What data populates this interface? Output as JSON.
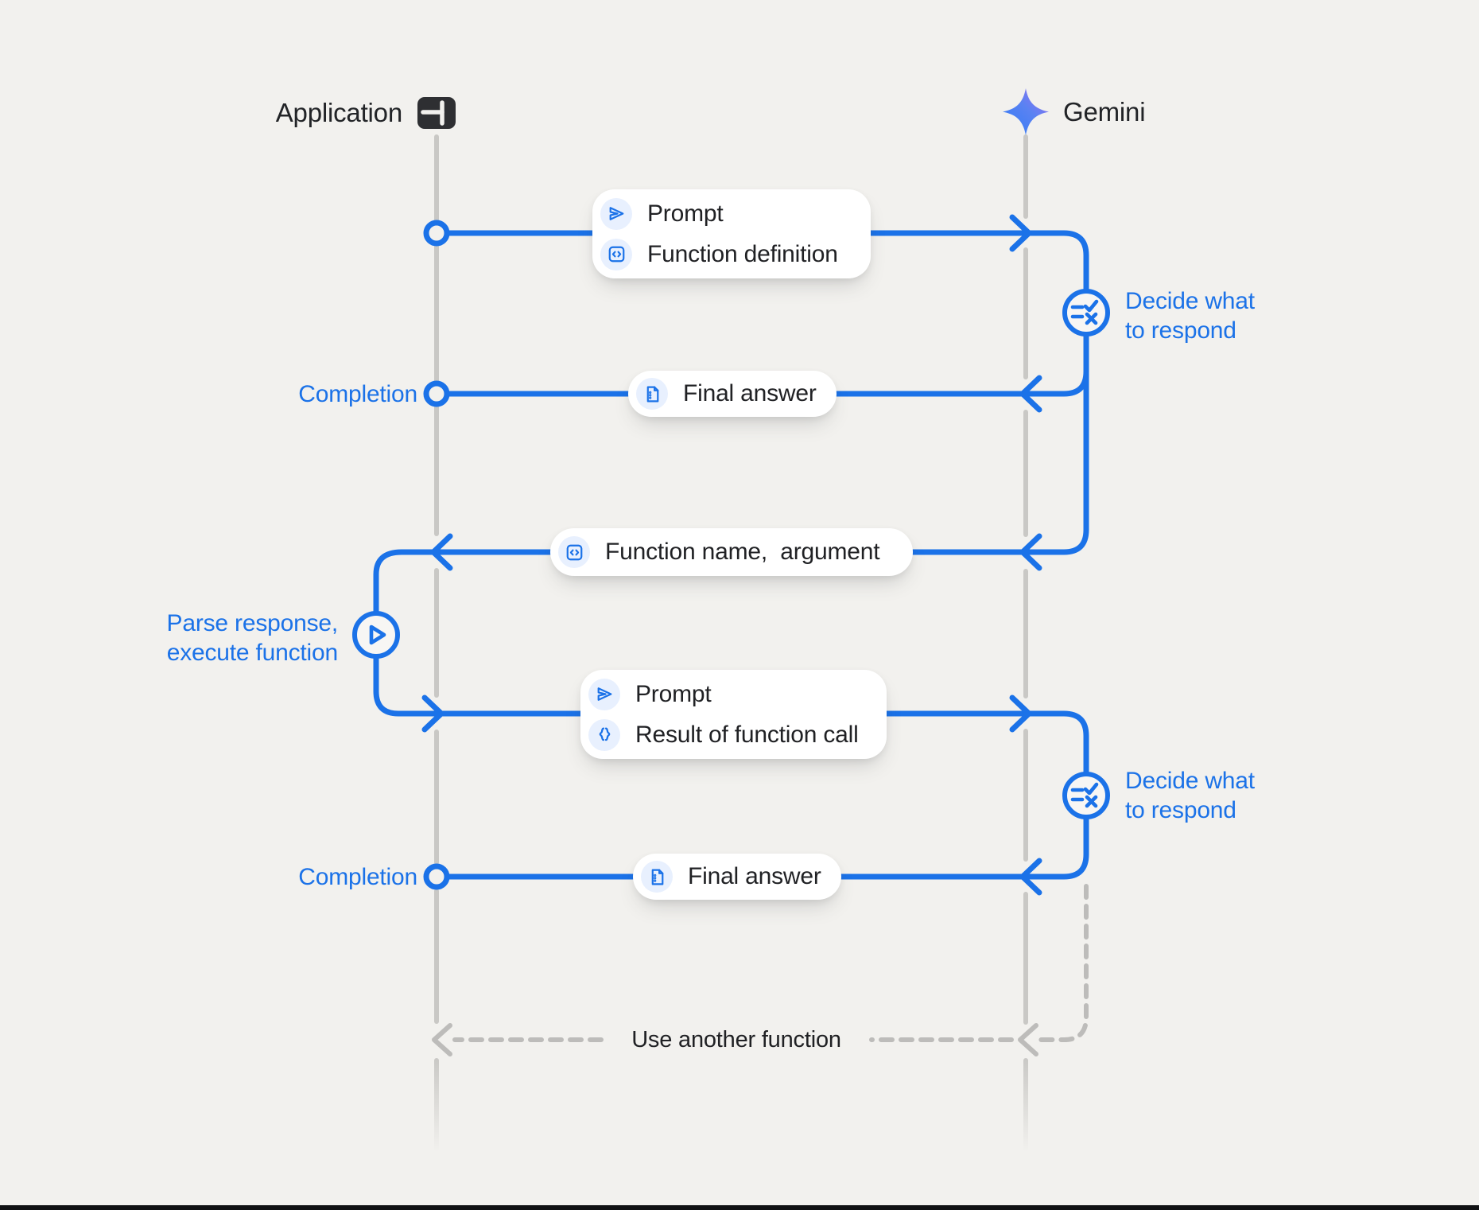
{
  "header": {
    "application_label": "Application",
    "gemini_label": "Gemini"
  },
  "labels": {
    "completion_1": "Completion",
    "completion_2": "Completion",
    "decide_1_line1": "Decide what",
    "decide_1_line2": "to respond",
    "decide_2_line1": "Decide what",
    "decide_2_line2": "to respond",
    "parse_line1": "Parse response,",
    "parse_line2": "execute function",
    "use_another_function": "Use another function"
  },
  "messages": {
    "box1": {
      "rows": [
        {
          "icon": "send-icon",
          "label": "Prompt"
        },
        {
          "icon": "code-icon",
          "label": "Function definition"
        }
      ]
    },
    "box2": {
      "rows": [
        {
          "icon": "document-icon",
          "label": "Final answer"
        }
      ]
    },
    "box3": {
      "rows": [
        {
          "icon": "code-icon",
          "label": "Function name,  argument"
        }
      ]
    },
    "box4": {
      "rows": [
        {
          "icon": "send-icon",
          "label": "Prompt"
        },
        {
          "icon": "braces-icon",
          "label": "Result of function call"
        }
      ]
    },
    "box5": {
      "rows": [
        {
          "icon": "document-icon",
          "label": "Final answer"
        }
      ]
    }
  },
  "colors": {
    "accent_blue": "#1B72E8",
    "background": "#F2F1EE",
    "lifeline_gray": "#C9C8C5",
    "dashed_gray": "#BDBCBA",
    "chip_bg": "#E8F0FE",
    "box_bg": "#FFFFFF",
    "text_dark": "#202124",
    "sparkle_blue": "#3E7BF5",
    "sparkle_purple": "#9C72EE"
  }
}
